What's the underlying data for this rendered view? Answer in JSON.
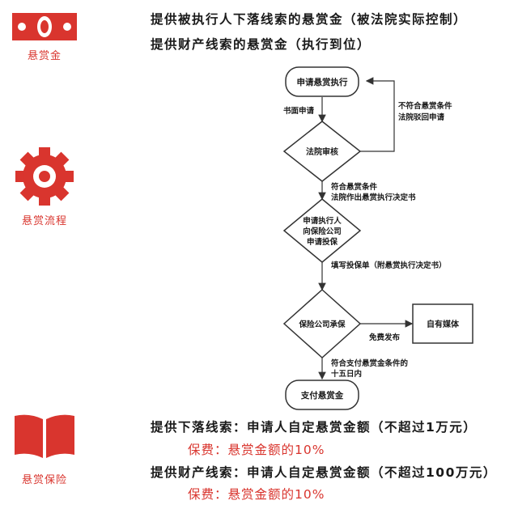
{
  "sidebar": {
    "reward_label": "悬赏金",
    "process_label": "悬赏流程",
    "insurance_label": "悬赏保险",
    "accent": "#d9352e"
  },
  "headlines": {
    "line1": "提供被执行人下落线索的悬赏金（被法院实际控制）",
    "line2": "提供财产线索的悬赏金（执行到位）"
  },
  "flow": {
    "apply": "申请悬赏执行",
    "written_apply": "书面申请",
    "court_review": "法院审核",
    "reject_line1": "不符合悬赏条件",
    "reject_line2": "法院驳回申请",
    "meet_line1": "符合悬赏条件",
    "meet_line2": "法院作出悬赏执行决定书",
    "insure_line1": "申请执行人",
    "insure_line2": "向保险公司",
    "insure_line3": "申请投保",
    "fill_form": "填写投保单（附悬赏执行决定书）",
    "underwrite": "保险公司承保",
    "free_publish": "免费发布",
    "media": "自有媒体",
    "pay_cond_line1": "符合支付悬赏金条件的",
    "pay_cond_line2": "十五日内",
    "pay": "支付悬赏金"
  },
  "bottom": {
    "line1": "提供下落线索：申请人自定悬赏金额（不超过1万元）",
    "fee1": "保费：悬赏金额的10%",
    "line2": "提供财产线索：申请人自定悬赏金额（不超过100万元）",
    "fee2": "保费：悬赏金额的10%"
  }
}
